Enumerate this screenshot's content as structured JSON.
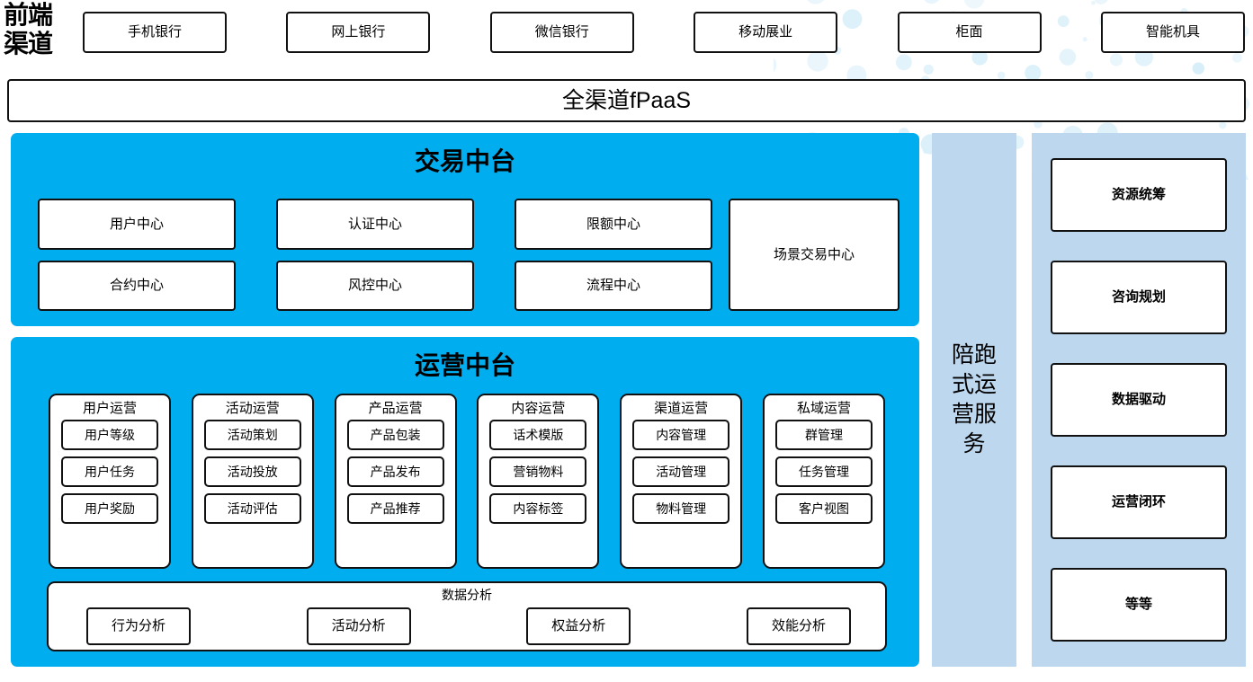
{
  "frontend": {
    "label": "前端\n渠道",
    "label_line1": "前端",
    "label_line2": "渠道",
    "channels": [
      {
        "name": "mobile-banking",
        "label": "手机银行"
      },
      {
        "name": "internet-banking",
        "label": "网上银行"
      },
      {
        "name": "wechat-banking",
        "label": "微信银行"
      },
      {
        "name": "mobile-marketing",
        "label": "移动展业"
      },
      {
        "name": "counter",
        "label": "柜面"
      },
      {
        "name": "smart-machine",
        "label": "智能机具"
      }
    ]
  },
  "fpaas": {
    "label": "全渠道fPaaS"
  },
  "trade_platform": {
    "title": "交易中台",
    "centers": [
      "用户中心",
      "认证中心",
      "限额中心",
      "合约中心",
      "风控中心",
      "流程中心"
    ],
    "scene_center": "场景交易中心"
  },
  "ops_platform": {
    "title": "运营中台",
    "groups": [
      {
        "title": "用户运营",
        "items": [
          "用户等级",
          "用户任务",
          "用户奖励"
        ]
      },
      {
        "title": "活动运营",
        "items": [
          "活动策划",
          "活动投放",
          "活动评估"
        ]
      },
      {
        "title": "产品运营",
        "items": [
          "产品包装",
          "产品发布",
          "产品推荐"
        ]
      },
      {
        "title": "内容运营",
        "items": [
          "话术模版",
          "营销物料",
          "内容标签"
        ]
      },
      {
        "title": "渠道运营",
        "items": [
          "内容管理",
          "活动管理",
          "物料管理"
        ]
      },
      {
        "title": "私域运营",
        "items": [
          "群管理",
          "任务管理",
          "客户视图"
        ]
      }
    ],
    "data_analysis": {
      "title": "数据分析",
      "items": [
        "行为分析",
        "活动分析",
        "权益分析",
        "效能分析"
      ]
    }
  },
  "service_band": {
    "label": "陪跑式运营服务",
    "lines": [
      "陪跑",
      "式运",
      "营服",
      "务"
    ]
  },
  "service_panel": {
    "items": [
      "资源统筹",
      "咨询规划",
      "数据驱动",
      "运营闭环",
      "等等"
    ]
  },
  "colors": {
    "platform_blue": "#00AEEF",
    "service_blue": "#BDD7EE",
    "dot_blue": "#D6EEF9",
    "border": "#111111",
    "background": "#FFFFFF"
  }
}
